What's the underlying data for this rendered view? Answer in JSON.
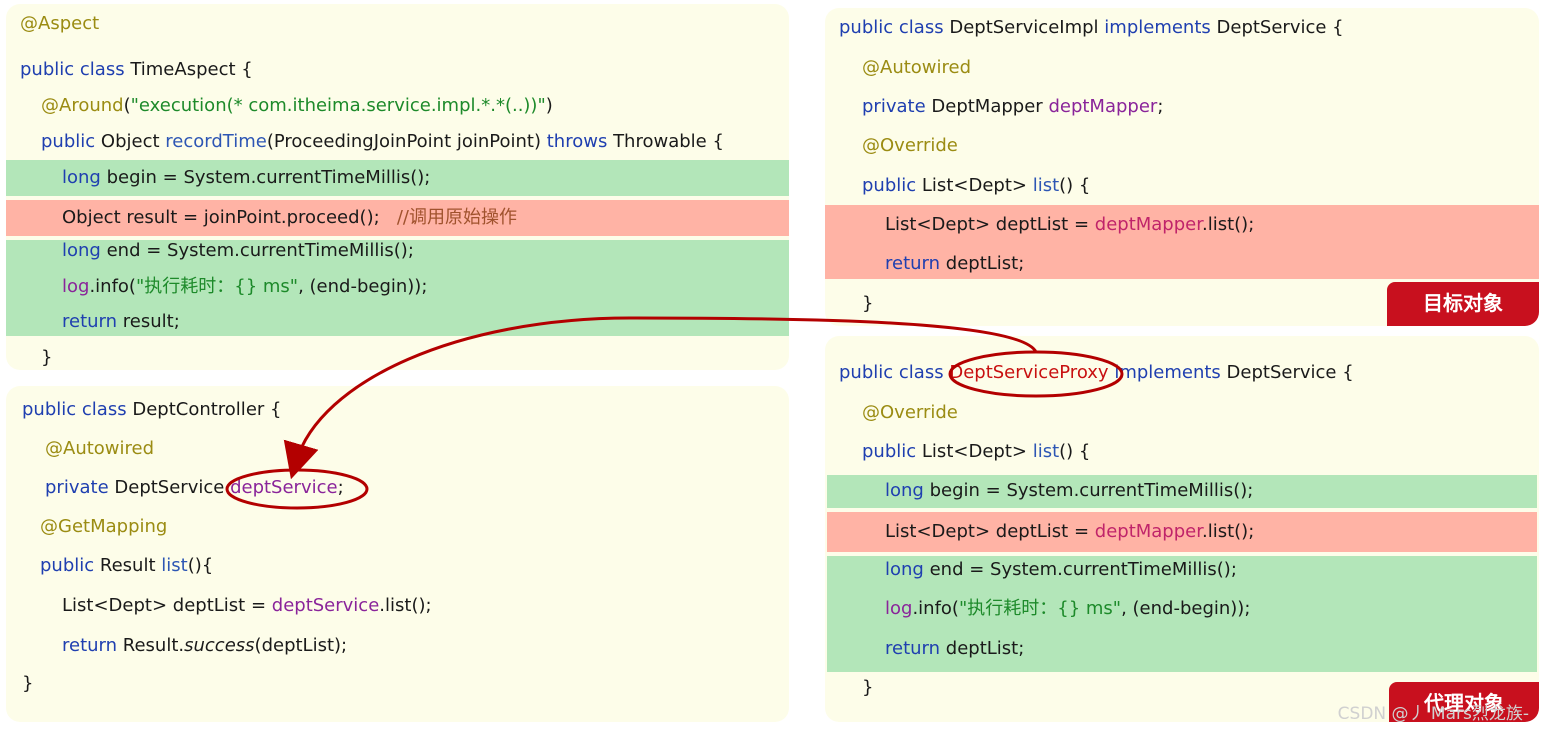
{
  "time_aspect": {
    "annotation_aspect": "@Aspect",
    "l_public": "public",
    "l_class": "class",
    "class_name": "TimeAspect",
    "open_brace": "{",
    "around": "@Around",
    "around_paren_open": "(",
    "around_expr": "\"execution(* com.itheima.service.impl.*.*(..))\"",
    "around_paren_close": ")",
    "public2": "public",
    "return_type": "Object",
    "method": "recordTime",
    "params": "(ProceedingJoinPoint joinPoint)",
    "throws": "throws",
    "throwable": "Throwable {",
    "long1": "long",
    "begin_stmt": "begin = System.currentTimeMillis();",
    "proceed_stmt": "Object result = joinPoint.proceed();",
    "comment": "//调用原始操作",
    "long2": "long",
    "end_stmt": "end = System.currentTimeMillis();",
    "log": "log",
    "info_open": ".info(",
    "log_str": "\"执行耗时：{} ms\"",
    "info_rest": ", (end-begin));",
    "return_kw": "return",
    "return_rest": "result;",
    "close_brace": "}"
  },
  "dept_controller": {
    "public": "public",
    "class_kw": "class",
    "class_name": "DeptController {",
    "autowired": "@Autowired",
    "private": "private",
    "type": "DeptService",
    "field": "deptService",
    "semicolon": ";",
    "get_mapping": "@GetMapping",
    "public2": "public",
    "result_type": "Result",
    "method": "list",
    "method_rest": "(){",
    "list_decl": "List<Dept> deptList =",
    "service_ref": "deptService",
    "list_call": ".list();",
    "return_kw": "return",
    "result_prefix": "Result.",
    "success": "success",
    "success_rest": "(deptList);",
    "close_brace": "}"
  },
  "dept_service_impl": {
    "public": "public",
    "class_kw": "class",
    "class_name": "DeptServiceImpl",
    "implements": "implements",
    "interface": "DeptService {",
    "autowired": "@Autowired",
    "private": "private",
    "type": "DeptMapper",
    "field": "deptMapper",
    "semicolon": ";",
    "override": "@Override",
    "public2": "public",
    "list_type": "List<Dept>",
    "method": "list",
    "method_rest": "() {",
    "list_decl": "List<Dept> deptList =",
    "mapper_ref": "deptMapper",
    "list_call": ".list();",
    "return_kw": "return",
    "return_rest": "deptList;",
    "close_brace": "}",
    "badge": "目标对象"
  },
  "dept_service_proxy": {
    "public": "public",
    "class_kw": "class",
    "class_name": "DeptServiceProxy",
    "implements": "implements",
    "interface": "DeptService {",
    "override": "@Override",
    "public2": "public",
    "list_type": "List<Dept>",
    "method": "list",
    "method_rest": "() {",
    "long1": "long",
    "begin_stmt": "begin = System.currentTimeMillis();",
    "list_decl": "List<Dept> deptList =",
    "mapper_ref": "deptMapper",
    "list_call": ".list();",
    "long2": "long",
    "end_stmt": "end = System.currentTimeMillis();",
    "log": "log",
    "info_open": ".info(",
    "log_str": "\"执行耗时：{} ms\"",
    "info_rest": ", (end-begin));",
    "return_kw": "return",
    "return_rest": "deptList;",
    "close_brace": "}",
    "badge": "代理对象"
  },
  "watermark": "CSDN @丿 Mars烈龙族-",
  "colors": {
    "panel_bg": "#fdfde9",
    "highlight_green": "#b3e6b9",
    "highlight_red": "#ffb3a5",
    "badge_red": "#c8101e",
    "arrow_red": "#b30000"
  }
}
